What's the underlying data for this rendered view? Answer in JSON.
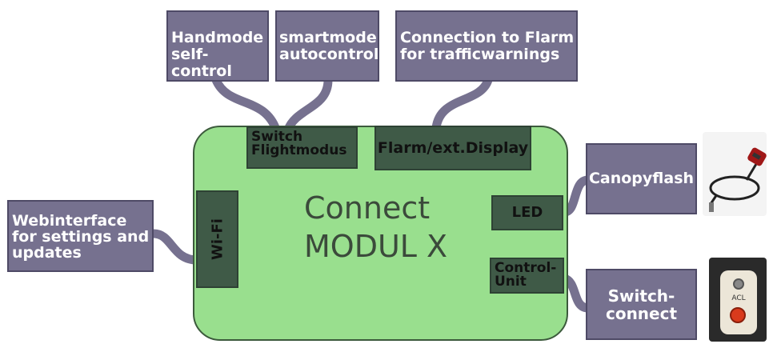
{
  "diagram": {
    "main_module": {
      "line1": "Connect",
      "line2": "MODUL X"
    },
    "inner_blocks": {
      "switch_flightmodus": {
        "line1": "Switch",
        "line2": "Flightmodus"
      },
      "flarm_display": "Flarm/ext.Display",
      "wifi": "Wi-Fi",
      "led": "LED",
      "control_unit": {
        "line1": "Control-",
        "line2": "Unit"
      }
    },
    "external_blocks": {
      "handmode": {
        "line1": "Handmode",
        "line2": "self-control"
      },
      "smartmode": {
        "line1": "smartmode",
        "line2": "autocontrol"
      },
      "flarm_connection": {
        "line1": "Connection to Flarm",
        "line2": "for trafficwarnings"
      },
      "webinterface": {
        "line1": "Webinterface",
        "line2": "for settings and",
        "line3": "updates"
      },
      "canopyflash": "Canopyflash",
      "switch_connect": {
        "line1": "Switch-",
        "line2": "connect"
      }
    },
    "photos": {
      "switch_label": "ACL"
    },
    "colors": {
      "module_fill": "#99df8e",
      "inner_block_fill": "#3f5a47",
      "external_box_fill": "#76718f",
      "wire": "#76718f"
    }
  }
}
